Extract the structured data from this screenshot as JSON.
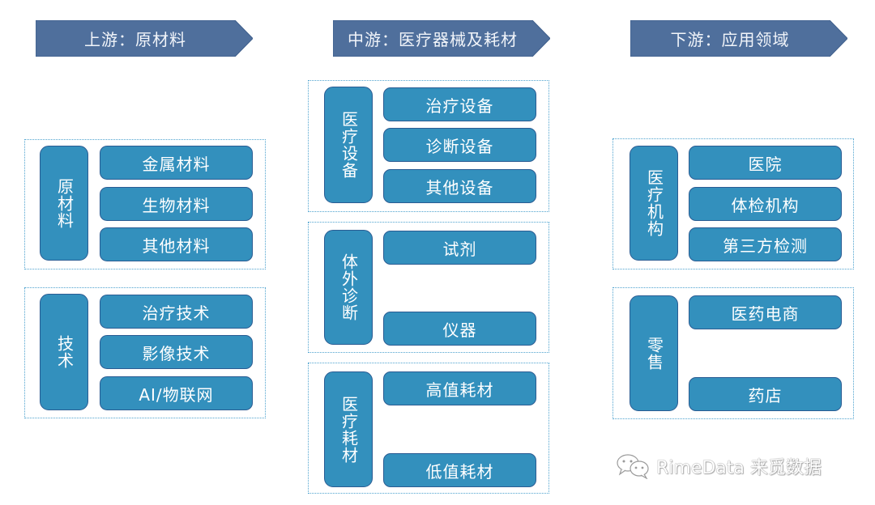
{
  "colors": {
    "header_fill": "#4f6f9c",
    "box_fill": "#3390bd",
    "box_border": "#2a5c93",
    "group_border": "#4fa3cf"
  },
  "columns": [
    {
      "header": "上游：原材料",
      "groups": [
        {
          "label": "原材料",
          "items": [
            "金属材料",
            "生物材料",
            "其他材料"
          ]
        },
        {
          "label": "技术",
          "items": [
            "治疗技术",
            "影像技术",
            "AI/物联网"
          ]
        }
      ]
    },
    {
      "header": "中游：医疗器械及耗材",
      "groups": [
        {
          "label": "医疗设备",
          "items": [
            "治疗设备",
            "诊断设备",
            "其他设备"
          ]
        },
        {
          "label": "体外诊断",
          "items": [
            "试剂",
            "仪器"
          ]
        },
        {
          "label": "医疗耗材",
          "items": [
            "高值耗材",
            "低值耗材"
          ]
        }
      ]
    },
    {
      "header": "下游：应用领域",
      "groups": [
        {
          "label": "医疗机构",
          "items": [
            "医院",
            "体检机构",
            "第三方检测"
          ]
        },
        {
          "label": "零售",
          "items": [
            "医药电商",
            "药店"
          ]
        }
      ]
    }
  ],
  "watermark": {
    "icon": "wechat-icon",
    "text": "RimeData 来觅数据"
  }
}
